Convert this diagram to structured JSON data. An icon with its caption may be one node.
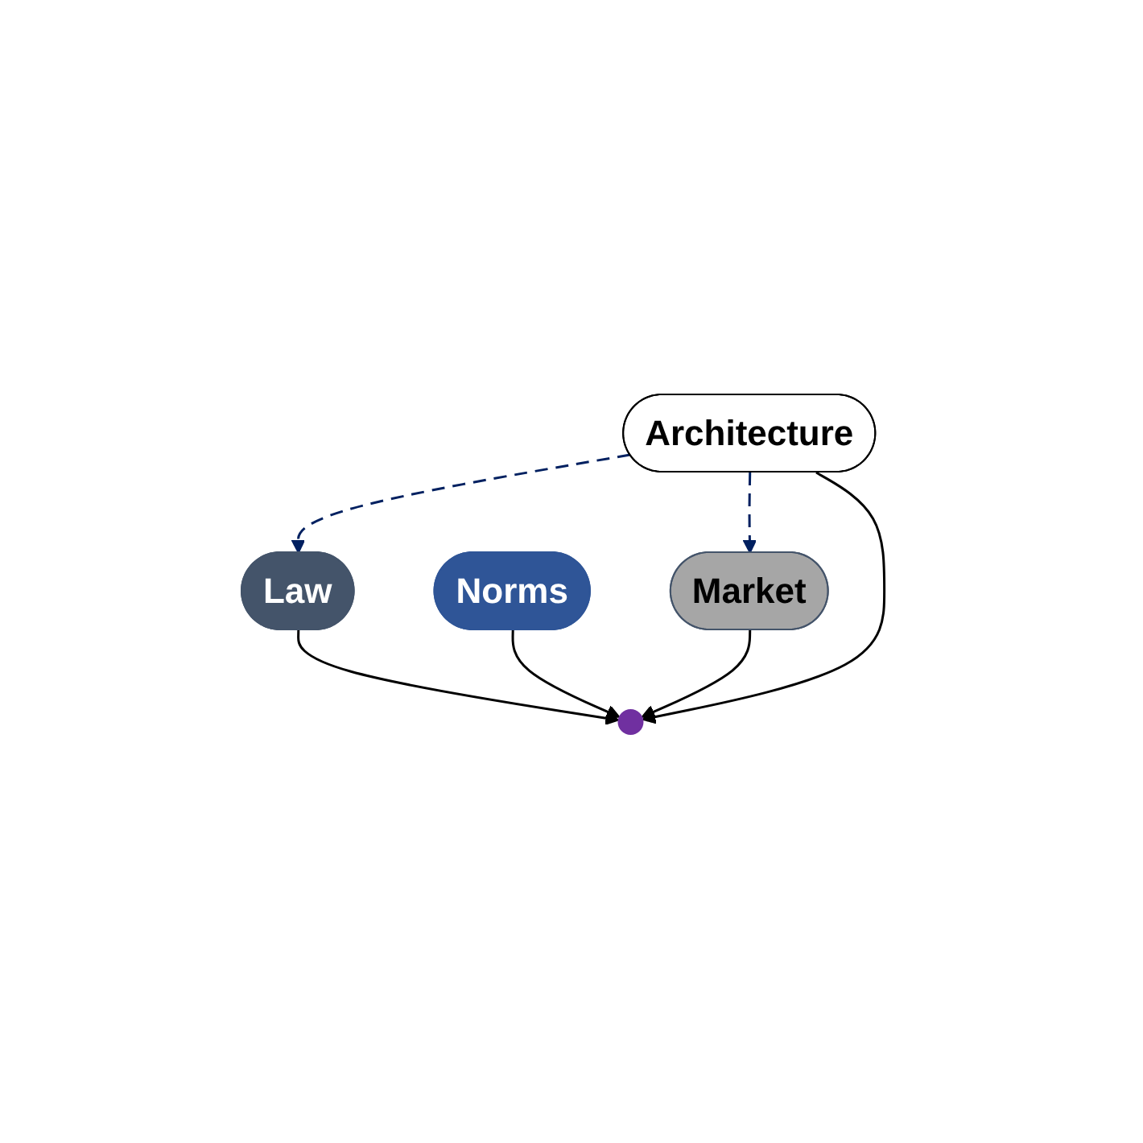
{
  "diagram": {
    "nodes": [
      {
        "text": [
          "Law"
        ]
      },
      {
        "text": [
          "Norms"
        ]
      },
      {
        "text": [
          "Market"
        ]
      },
      {
        "text": [],
        "shape": "circle"
      },
      {
        "text": [
          "Architecture"
        ]
      }
    ],
    "edges": [
      {
        "from": 0,
        "to": 3,
        "arrow": "to"
      },
      {
        "from": 1,
        "to": 3,
        "arrow": "to"
      },
      {
        "from": 2,
        "to": 3,
        "arrow": "to"
      },
      {
        "from": 4,
        "to": 3,
        "arrow": "to"
      },
      {
        "from": 4,
        "to": 2,
        "arrow": "to",
        "style": "dashed",
        "color": "#002060"
      },
      {
        "from": 4,
        "to": 0,
        "arrow": "to",
        "style": "dashed",
        "color": "#002060"
      }
    ]
  }
}
